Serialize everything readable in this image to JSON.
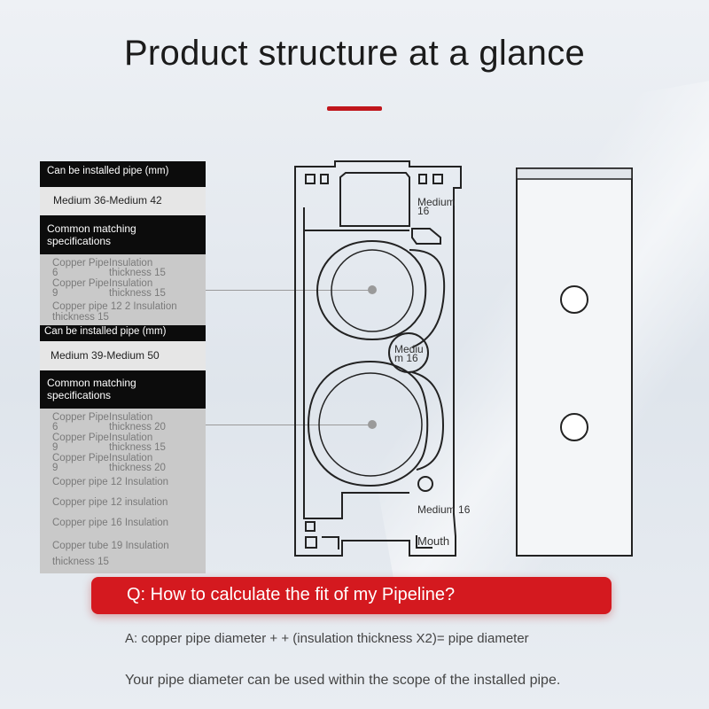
{
  "title": "Product structure at a glance",
  "colors": {
    "accent": "#d4191f",
    "panel_header": "#0c0c0c"
  },
  "panel_top": {
    "header": "Can be installed pipe (mm)",
    "value": "Medium 36-Medium 42",
    "sub_header": "Common matching specifications",
    "rows": [
      {
        "c1": "Copper Pipe 6",
        "c2": "Insulation thickness 15"
      },
      {
        "c1": "Copper Pipe 9",
        "c2": "Insulation thickness 15"
      }
    ],
    "single": "Copper pipe 12 2 Insulation thickness 15"
  },
  "panel_bottom": {
    "header": "Can be installed pipe (mm)",
    "value": "Medium 39-Medium 50",
    "sub_header": "Common matching specifications",
    "rows": [
      {
        "c1": "Copper Pipe 6",
        "c2": "Insulation thickness 20"
      },
      {
        "c1": "Copper Pipe 9",
        "c2": "Insulation thickness 15"
      },
      {
        "c1": "Copper Pipe 9",
        "c2": "Insulation thickness 20"
      }
    ],
    "singles": [
      "Copper pipe 12 Insulation",
      "Copper pipe 12 insulation",
      "Copper pipe 16 Insulation",
      "Copper tube 19 Insulation thickness 15"
    ]
  },
  "drawing_labels": {
    "medium_16_top": "Medium 16",
    "medium_16_mid": "Mediu m 16",
    "medium_16_bottom": "Medium 16",
    "mouth": "Mouth"
  },
  "question": "Q: How to calculate the fit of my Pipeline?",
  "answer": "A: copper pipe diameter + + (insulation thickness X2)= pipe diameter",
  "note": "Your pipe diameter can be used within the scope of the installed pipe."
}
